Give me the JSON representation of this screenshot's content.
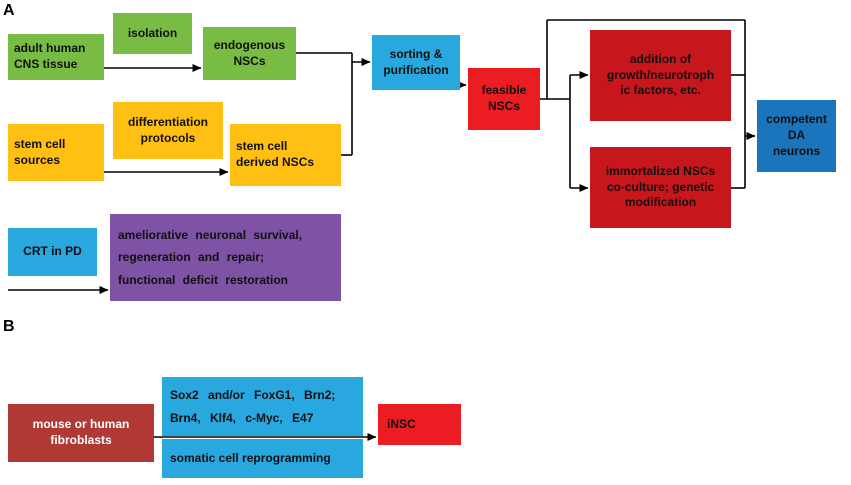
{
  "figure": {
    "panel_a_label": "A",
    "panel_b_label": "B"
  },
  "colors": {
    "green": "#79BC44",
    "yellow": "#FFC013",
    "cyan": "#29A8DF",
    "red": "#EC1C23",
    "dark_red": "#C8161D",
    "brick_red": "#B03936",
    "blue": "#1B75BC",
    "purple": "#7E52A5",
    "arrow": "#000000"
  },
  "panel_a": {
    "adult_cns_tissue": "adult human\nCNS tissue",
    "isolation": "isolation",
    "endogenous_nscs": "endogenous\nNSCs",
    "stem_cell_sources": "stem cell\nsources",
    "differentiation_protocols": "differentiation\nprotocols",
    "stem_cell_derived_nscs": "stem cell\nderived NSCs",
    "sorting_purification": "sorting &\npurification",
    "feasible_nscs": "feasible\nNSCs",
    "addition_factors": "addition of\ngrowth/neurotroph\nic factors, etc.",
    "immortalized_nscs": "immortalized NSCs\nco-culture; genetic\nmodification",
    "competent_da_neurons": "competent\nDA\nneurons",
    "crt_in_pd": "CRT in PD",
    "ameliorative": "ameliorative neuronal survival,\nregeneration and repair;\nfunctional deficit restoration"
  },
  "panel_b": {
    "fibroblasts": "mouse or human\nfibroblasts",
    "factors": "Sox2 and/or FoxG1, Brn2;\nBrn4, Klf4, c-Myc, E47",
    "reprogramming": "somatic cell reprogramming",
    "insc": "iNSC"
  }
}
